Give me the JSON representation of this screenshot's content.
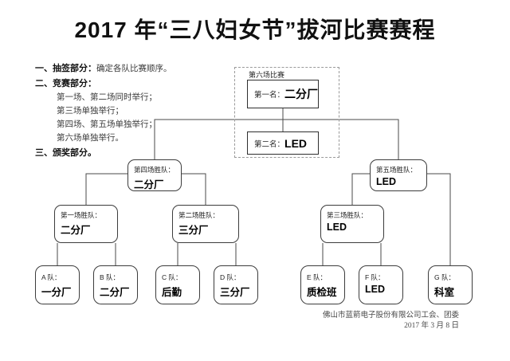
{
  "title": "2017 年“三八妇女节”拔河比赛赛程",
  "rules": {
    "item1_head": "一、抽签部分：",
    "item1_text": "确定各队比赛顺序。",
    "item2_head": "二、竞赛部分：",
    "item2_subs": [
      "第一场、第二场同时举行；",
      "第三场单独举行；",
      "第四场、第五场单独举行；",
      "第六场单独举行。"
    ],
    "item3_head": "三、颁奖部分。"
  },
  "final_match": {
    "group_label": "第六场比赛",
    "first": {
      "label": "第一名：",
      "team": "二分厂"
    },
    "second": {
      "label": "第二名：",
      "team": "LED"
    }
  },
  "round3": [
    {
      "label": "第四场胜队：",
      "team": "二分厂"
    },
    {
      "label": "第五场胜队：",
      "team": "LED"
    }
  ],
  "round2": [
    {
      "label": "第一场胜队：",
      "team": "二分厂"
    },
    {
      "label": "第二场胜队：",
      "team": "三分厂"
    },
    {
      "label": "第三场胜队：",
      "team": "LED"
    }
  ],
  "teams": [
    {
      "label": "A 队：",
      "team": "一分厂"
    },
    {
      "label": "B 队：",
      "team": "二分厂"
    },
    {
      "label": "C 队：",
      "team": "后勤"
    },
    {
      "label": "D 队：",
      "team": "三分厂"
    },
    {
      "label": "E 队：",
      "team": "质检班"
    },
    {
      "label": "F 队：",
      "team": "LED"
    },
    {
      "label": "G 队：",
      "team": "科室"
    }
  ],
  "footer": {
    "organizer": "佛山市蓝箭电子股份有限公司工会、团委",
    "date": "2017 年 3 月 8 日"
  },
  "colors": {
    "line": "#4a4a4a",
    "box_border": "#3c3c3c",
    "dashed_border": "#9a9a9a",
    "text": "#1a1a1a"
  }
}
